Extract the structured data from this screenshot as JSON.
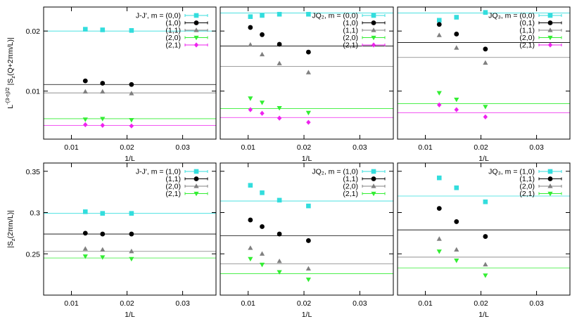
{
  "chart_data": [
    {
      "type": "scatter",
      "panel_label": "J-J', m = (0,0)",
      "xlabel": "1/L",
      "ylabel": "L^{-(3-η)/2} |S_z(Q+2πm/L)|",
      "xlim": [
        0.005,
        0.036
      ],
      "ylim": [
        0.002,
        0.024
      ],
      "xticks": [
        "0.01",
        "0.02",
        "0.03"
      ],
      "yticks": [
        "0.01",
        "0.02"
      ],
      "series": [
        {
          "name": "(0,0)",
          "marker": "square",
          "color": "#33dddd",
          "x": [
            0.0125,
            0.0156,
            0.0208
          ],
          "y": [
            0.0203,
            0.0202,
            0.0201
          ],
          "extrapolation": 0.02
        },
        {
          "name": "(1,0)",
          "marker": "circle",
          "color": "#000000",
          "x": [
            0.0125,
            0.0156,
            0.0208
          ],
          "y": [
            0.0117,
            0.0113,
            0.0111
          ],
          "extrapolation": 0.0111
        },
        {
          "name": "(1,1)",
          "marker": "triangle-up",
          "color": "#808080",
          "x": [
            0.0125,
            0.0156,
            0.0208
          ],
          "y": [
            0.0099,
            0.0099,
            0.0096
          ],
          "extrapolation": 0.0097
        },
        {
          "name": "(2,0)",
          "marker": "triangle-down",
          "color": "#33ee33",
          "x": [
            0.0125,
            0.0156,
            0.0208
          ],
          "y": [
            0.0053,
            0.0054,
            0.0052
          ],
          "extrapolation": 0.0054
        },
        {
          "name": "(2,1)",
          "marker": "diamond",
          "color": "#ee22ee",
          "x": [
            0.0125,
            0.0156,
            0.0208
          ],
          "y": [
            0.0044,
            0.0043,
            0.0042
          ],
          "extrapolation": 0.0043
        }
      ]
    },
    {
      "type": "scatter",
      "panel_label": "JQ₂, m = (0,0)",
      "xlabel": "1/L",
      "xlim": [
        0.005,
        0.036
      ],
      "ylim": [
        0.002,
        0.024
      ],
      "xticks": [
        "0.01",
        "0.02",
        "0.03"
      ],
      "series": [
        {
          "name": "(0,0)",
          "marker": "square",
          "color": "#33dddd",
          "x": [
            0.0104,
            0.0125,
            0.0156,
            0.0208
          ],
          "y": [
            0.0224,
            0.0226,
            0.0228,
            0.0228
          ],
          "extrapolation": 0.023
        },
        {
          "name": "(1,0)",
          "marker": "circle",
          "color": "#000000",
          "x": [
            0.0104,
            0.0125,
            0.0156,
            0.0208
          ],
          "y": [
            0.0206,
            0.0194,
            0.0178,
            0.0165
          ],
          "extrapolation": 0.0175
        },
        {
          "name": "(1,1)",
          "marker": "triangle-up",
          "color": "#808080",
          "x": [
            0.0104,
            0.0125,
            0.0156,
            0.0208
          ],
          "y": [
            0.0177,
            0.0161,
            0.0146,
            0.0131
          ],
          "extrapolation": 0.0141
        },
        {
          "name": "(2,0)",
          "marker": "triangle-down",
          "color": "#33ee33",
          "x": [
            0.0104,
            0.0125,
            0.0156,
            0.0208
          ],
          "y": [
            0.0088,
            0.0081,
            0.0072,
            0.0064
          ],
          "extrapolation": 0.0071
        },
        {
          "name": "(2,1)",
          "marker": "diamond",
          "color": "#ee22ee",
          "x": [
            0.0104,
            0.0125,
            0.0156,
            0.0208
          ],
          "y": [
            0.0069,
            0.0063,
            0.0055,
            0.0048
          ],
          "extrapolation": 0.0056
        }
      ]
    },
    {
      "type": "scatter",
      "panel_label": "JQ₃, m = (0,0)",
      "xlabel": "1/L",
      "xlim": [
        0.005,
        0.036
      ],
      "ylim": [
        0.002,
        0.024
      ],
      "xticks": [
        "0.01",
        "0.02",
        "0.03"
      ],
      "series": [
        {
          "name": "(0,0)",
          "marker": "square",
          "color": "#33dddd",
          "x": [
            0.0125,
            0.0156,
            0.0208
          ],
          "y": [
            0.0218,
            0.0223,
            0.0231
          ],
          "extrapolation": 0.023
        },
        {
          "name": "(0,1)",
          "marker": "circle",
          "color": "#000000",
          "x": [
            0.0125,
            0.0156,
            0.0208
          ],
          "y": [
            0.0211,
            0.0195,
            0.017
          ],
          "extrapolation": 0.0181
        },
        {
          "name": "(1,1)",
          "marker": "triangle-up",
          "color": "#808080",
          "x": [
            0.0125,
            0.0156,
            0.0208
          ],
          "y": [
            0.0193,
            0.0172,
            0.0147
          ],
          "extrapolation": 0.0156
        },
        {
          "name": "(2,0)",
          "marker": "triangle-down",
          "color": "#33ee33",
          "x": [
            0.0125,
            0.0156,
            0.0208
          ],
          "y": [
            0.0097,
            0.0086,
            0.0074
          ],
          "extrapolation": 0.0079
        },
        {
          "name": "(2,1)",
          "marker": "diamond",
          "color": "#ee22ee",
          "x": [
            0.0125,
            0.0156,
            0.0208
          ],
          "y": [
            0.0077,
            0.0069,
            0.0057
          ],
          "extrapolation": 0.0064
        }
      ]
    },
    {
      "type": "scatter",
      "panel_label": "J-J', m = (1,0)",
      "xlabel": "1/L",
      "ylabel": "|S_z(2πm/L)|",
      "xlim": [
        0.005,
        0.036
      ],
      "ylim": [
        0.2,
        0.36
      ],
      "xticks": [
        "0.01",
        "0.02",
        "0.03"
      ],
      "yticks": [
        "0.25",
        "0.3",
        "0.35"
      ],
      "series": [
        {
          "name": "(1,0)",
          "marker": "square",
          "color": "#33dddd",
          "x": [
            0.0125,
            0.0156,
            0.0208
          ],
          "y": [
            0.301,
            0.299,
            0.299
          ],
          "extrapolation": 0.299
        },
        {
          "name": "(1,1)",
          "marker": "circle",
          "color": "#000000",
          "x": [
            0.0125,
            0.0156,
            0.0208
          ],
          "y": [
            0.275,
            0.274,
            0.274
          ],
          "extrapolation": 0.274
        },
        {
          "name": "(2,0)",
          "marker": "triangle-up",
          "color": "#808080",
          "x": [
            0.0125,
            0.0156,
            0.0208
          ],
          "y": [
            0.256,
            0.255,
            0.253
          ],
          "extrapolation": 0.253
        },
        {
          "name": "(2,1)",
          "marker": "triangle-down",
          "color": "#33ee33",
          "x": [
            0.0125,
            0.0156,
            0.0208
          ],
          "y": [
            0.247,
            0.246,
            0.244
          ],
          "extrapolation": 0.245
        }
      ]
    },
    {
      "type": "scatter",
      "panel_label": "JQ₂, m = (1,0)",
      "xlabel": "1/L",
      "xlim": [
        0.005,
        0.036
      ],
      "ylim": [
        0.2,
        0.36
      ],
      "xticks": [
        "0.01",
        "0.02",
        "0.03"
      ],
      "series": [
        {
          "name": "(1,0)",
          "marker": "square",
          "color": "#33dddd",
          "x": [
            0.0104,
            0.0125,
            0.0156,
            0.0208
          ],
          "y": [
            0.333,
            0.324,
            0.315,
            0.308
          ],
          "extrapolation": 0.314
        },
        {
          "name": "(1,1)",
          "marker": "circle",
          "color": "#000000",
          "x": [
            0.0104,
            0.0125,
            0.0156,
            0.0208
          ],
          "y": [
            0.291,
            0.283,
            0.274,
            0.266
          ],
          "extrapolation": 0.272
        },
        {
          "name": "(2,0)",
          "marker": "triangle-up",
          "color": "#808080",
          "x": [
            0.0104,
            0.0125,
            0.0156,
            0.0208
          ],
          "y": [
            0.257,
            0.25,
            0.241,
            0.232
          ],
          "extrapolation": 0.238
        },
        {
          "name": "(2,1)",
          "marker": "triangle-down",
          "color": "#33ee33",
          "x": [
            0.0104,
            0.0125,
            0.0156,
            0.0208
          ],
          "y": [
            0.244,
            0.237,
            0.228,
            0.219
          ],
          "extrapolation": 0.226
        }
      ]
    },
    {
      "type": "scatter",
      "panel_label": "JQ₃, m = (1,0)",
      "xlabel": "1/L",
      "xlim": [
        0.005,
        0.036
      ],
      "ylim": [
        0.2,
        0.36
      ],
      "xticks": [
        "0.01",
        "0.02",
        "0.03"
      ],
      "series": [
        {
          "name": "(1,0)",
          "marker": "square",
          "color": "#33dddd",
          "x": [
            0.0125,
            0.0156,
            0.0208
          ],
          "y": [
            0.342,
            0.33,
            0.313
          ],
          "extrapolation": 0.32
        },
        {
          "name": "(1,1)",
          "marker": "circle",
          "color": "#000000",
          "x": [
            0.0125,
            0.0156,
            0.0208
          ],
          "y": [
            0.305,
            0.289,
            0.271
          ],
          "extrapolation": 0.279
        },
        {
          "name": "(2,0)",
          "marker": "triangle-up",
          "color": "#808080",
          "x": [
            0.0125,
            0.0156,
            0.0208
          ],
          "y": [
            0.268,
            0.255,
            0.237
          ],
          "extrapolation": 0.246
        },
        {
          "name": "(2,1)",
          "marker": "triangle-down",
          "color": "#33ee33",
          "x": [
            0.0125,
            0.0156,
            0.0208
          ],
          "y": [
            0.253,
            0.242,
            0.224
          ],
          "extrapolation": 0.233
        }
      ]
    }
  ]
}
